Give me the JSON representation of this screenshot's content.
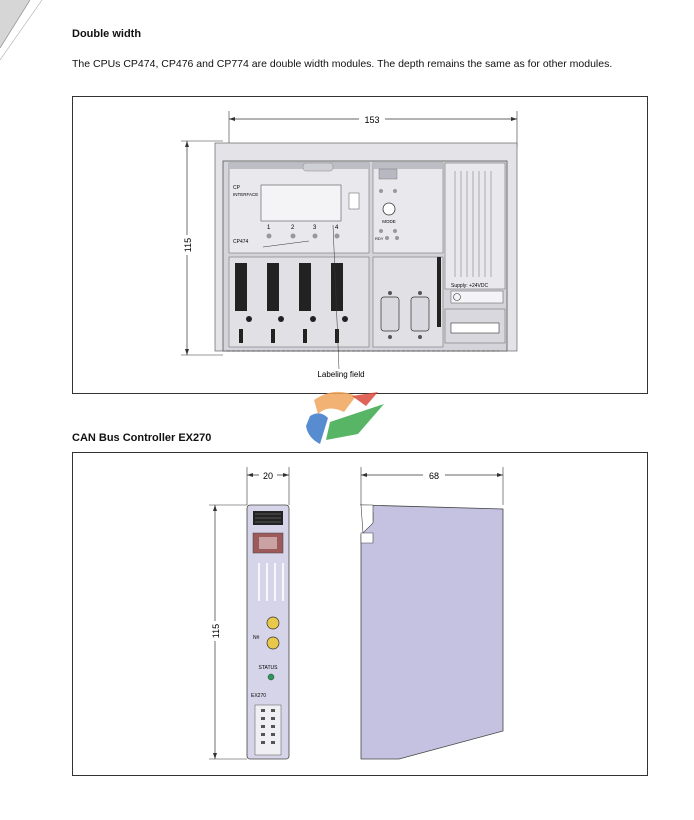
{
  "section1": {
    "heading": "Double width",
    "paragraph": "The CPUs CP474, CP476 and CP774 are double width modules. The depth remains the same as for other modules.",
    "dim_width": "153",
    "dim_height": "115",
    "label_cp": "CP",
    "label_interface": "INTERFACE",
    "label_cp474": "CP474",
    "slot_numbers": [
      "1",
      "2",
      "3",
      "4"
    ],
    "label_rdy": "RDY",
    "label_mode": "MODE",
    "label_supply": "Supply: +24VDC",
    "callout": "Labeling field"
  },
  "section2": {
    "heading": "CAN Bus Controller EX270",
    "dim_width": "20",
    "dim_depth": "68",
    "dim_height": "115",
    "label_no": "N#",
    "label_status": "STATUS",
    "label_model": "EX270"
  }
}
